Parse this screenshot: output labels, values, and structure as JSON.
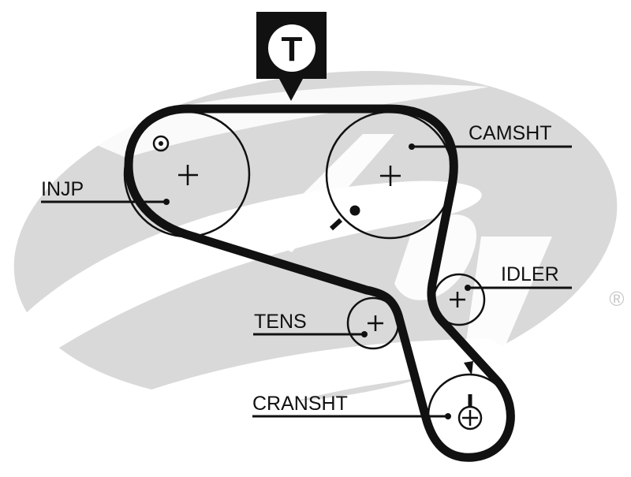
{
  "diagram": {
    "title": "Timing belt routing diagram",
    "brand_watermark": "Gates",
    "registered_mark": "®",
    "timing_marker": {
      "letter": "T",
      "meaning": "timing-mark"
    },
    "components": [
      {
        "id": "injp",
        "label": "INJP",
        "role": "injection pump pulley"
      },
      {
        "id": "camsht",
        "label": "CAMSHT",
        "role": "camshaft pulley"
      },
      {
        "id": "idler",
        "label": "IDLER",
        "role": "idler pulley"
      },
      {
        "id": "tens",
        "label": "TENS",
        "role": "tensioner pulley"
      },
      {
        "id": "cransht",
        "label": "CRANSHT",
        "role": "crankshaft pulley"
      }
    ],
    "colors": {
      "belt": "#111111",
      "watermark": "#d9d9d9",
      "background": "#ffffff"
    }
  }
}
